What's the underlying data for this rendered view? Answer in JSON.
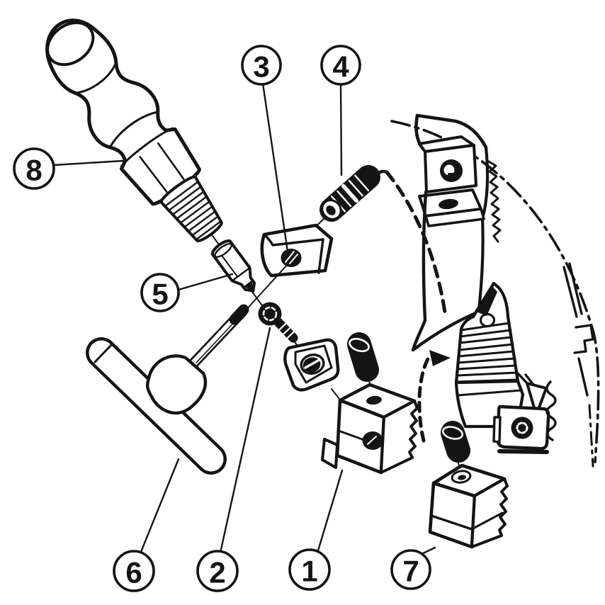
{
  "figure": {
    "kind": "exploded-parts-diagram",
    "background_color": "#ffffff",
    "line_color": "#141414"
  },
  "callouts": [
    {
      "label": "1"
    },
    {
      "label": "2"
    },
    {
      "label": "3"
    },
    {
      "label": "4"
    },
    {
      "label": "5"
    },
    {
      "label": "6"
    },
    {
      "label": "7"
    },
    {
      "label": "8"
    }
  ]
}
